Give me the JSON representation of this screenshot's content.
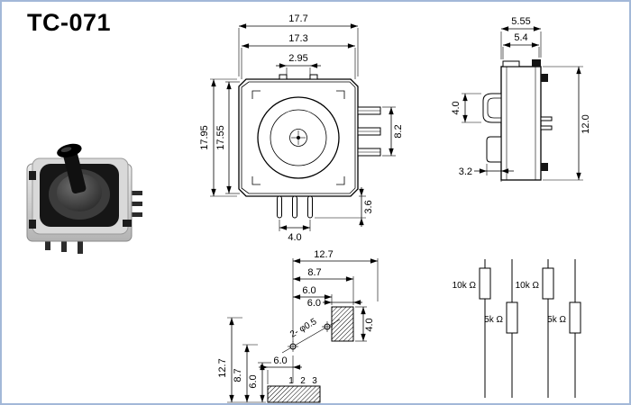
{
  "page": {
    "title": "TC-071"
  },
  "front_view": {
    "width_outer": "17.7",
    "width_inner": "17.3",
    "notch": "2.95",
    "height_outer": "17.95",
    "height_inner": "17.55",
    "side_pins_span": "8.2",
    "pin_length": "3.6",
    "pin_spacing": "4.0"
  },
  "side_view": {
    "depth_outer": "5.55",
    "depth_inner": "5.4",
    "actuator_height": "4.0",
    "lower_width": "3.2",
    "body_height": "12.0"
  },
  "bottom_view": {
    "span_full": "12.7",
    "span_mid": "8.7",
    "span_inner": "6.0",
    "hole_note": "2- φ0.5",
    "pad_width": "6.0",
    "pad_height": "4.0",
    "v_span_full": "12.7",
    "v_span_mid": "8.7",
    "v_span_inner": "6.0",
    "v_span_small": "6.0",
    "pin_labels": {
      "p1": "1",
      "p2": "2",
      "p3": "3"
    }
  },
  "circuit": {
    "pot1_top": "10k Ω",
    "pot1_bottom": "5k Ω",
    "pot2_top": "10k Ω",
    "pot2_bottom": "5k Ω"
  }
}
